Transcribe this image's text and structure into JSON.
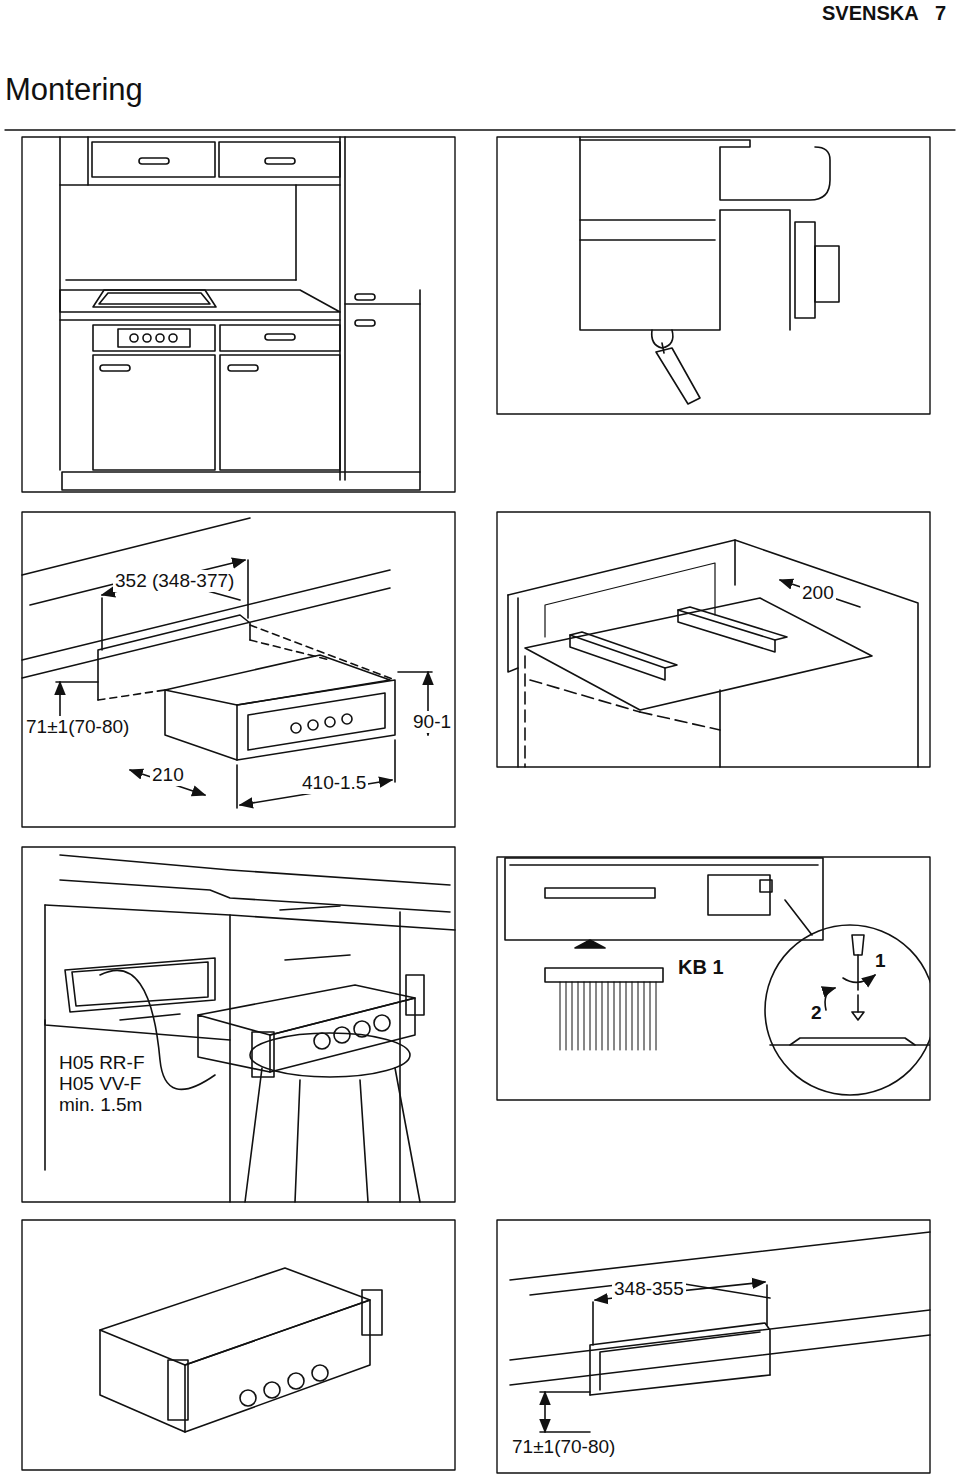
{
  "diagram": {
    "title": "Montering",
    "labels": [
      "SVENSKA",
      "7",
      "352 (348-377)",
      "71±1(70-80)",
      "210",
      "410-1.5",
      "90-1",
      "200",
      "H05 RR-F",
      "H05 VV-F",
      "min. 1.5m",
      "KB 1",
      "1",
      "2",
      "348-355",
      "71±1(70-80)"
    ]
  }
}
